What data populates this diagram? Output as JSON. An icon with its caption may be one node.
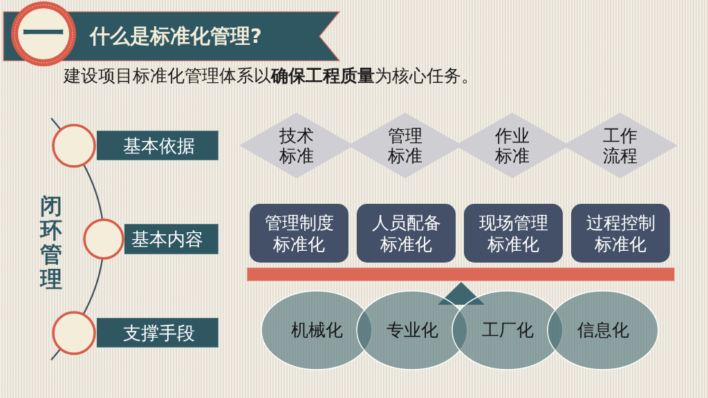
{
  "diagram": {
    "title": "什么是标准化管理?",
    "nodes": [
      {
        "text": [
          "基本依据"
        ]
      },
      {
        "text": [
          "技术标准"
        ]
      },
      {
        "text": [
          "管理标准"
        ]
      },
      {
        "text": [
          "作业标准"
        ]
      },
      {
        "text": [
          "工作流程"
        ]
      },
      {
        "text": [
          "基本内容"
        ]
      },
      {
        "text": [
          "管理制度标准化"
        ]
      },
      {
        "text": [
          "人员配备标准化"
        ]
      },
      {
        "text": [
          "现场管理标准化"
        ]
      },
      {
        "text": [
          "过程控制标准化"
        ]
      },
      {
        "text": [
          "支撑手段"
        ]
      },
      {
        "text": [
          "机械化"
        ]
      },
      {
        "text": [
          "专业化"
        ]
      },
      {
        "text": [
          "工厂化"
        ]
      },
      {
        "text": [
          "信息化"
        ]
      }
    ],
    "labels": [
      "一",
      "建设项目标准化管理体系以**确保工程质量**为核心任务。",
      "闭环管理"
    ]
  }
}
